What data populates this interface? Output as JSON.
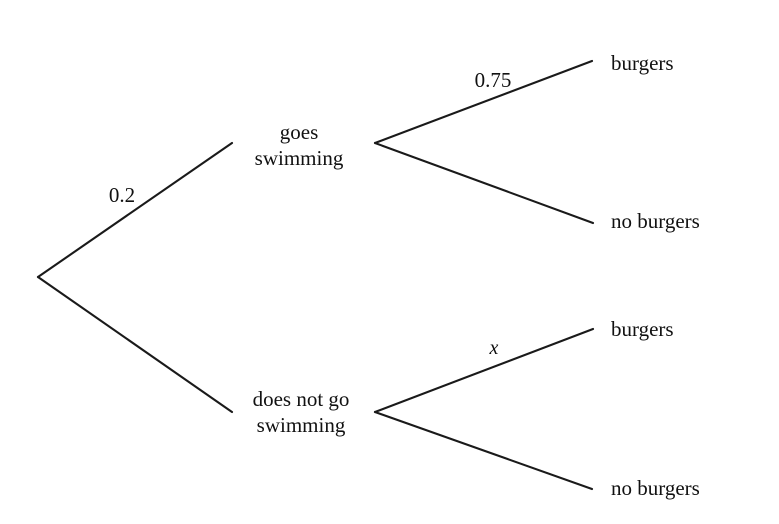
{
  "diagram": {
    "type": "probability-tree",
    "title": "",
    "background_color": "#ffffff",
    "line_color": "#1a1a1a",
    "text_color": "#111111",
    "root": {
      "label": ""
    },
    "nodes": {
      "goes_swimming_line1": "goes",
      "goes_swimming_line2": "swimming",
      "not_swimming_line1": "does not go",
      "not_swimming_line2": "swimming"
    },
    "edge_labels": {
      "root_to_swimming": "0.2",
      "root_to_not_swimming": "",
      "swimming_to_burgers": "0.75",
      "swimming_to_no_burgers": "",
      "not_swimming_to_burgers": "x",
      "not_swimming_to_no_burgers": ""
    },
    "leaves": {
      "top_burgers": "burgers",
      "top_no_burgers": "no burgers",
      "bottom_burgers": "burgers",
      "bottom_no_burgers": "no burgers"
    }
  },
  "chart_data": {
    "type": "diagram",
    "subtype": "probability-tree",
    "title": "",
    "branches": [
      {
        "from": "start",
        "to": "goes swimming",
        "probability": "0.2",
        "probability_value": 0.2
      },
      {
        "from": "start",
        "to": "does not go swimming",
        "probability": "",
        "probability_value": null
      },
      {
        "from": "goes swimming",
        "to": "burgers",
        "probability": "0.75",
        "probability_value": 0.75
      },
      {
        "from": "goes swimming",
        "to": "no burgers",
        "probability": "",
        "probability_value": null
      },
      {
        "from": "does not go swimming",
        "to": "burgers",
        "probability": "x",
        "probability_value": null
      },
      {
        "from": "does not go swimming",
        "to": "no burgers",
        "probability": "",
        "probability_value": null
      }
    ]
  }
}
